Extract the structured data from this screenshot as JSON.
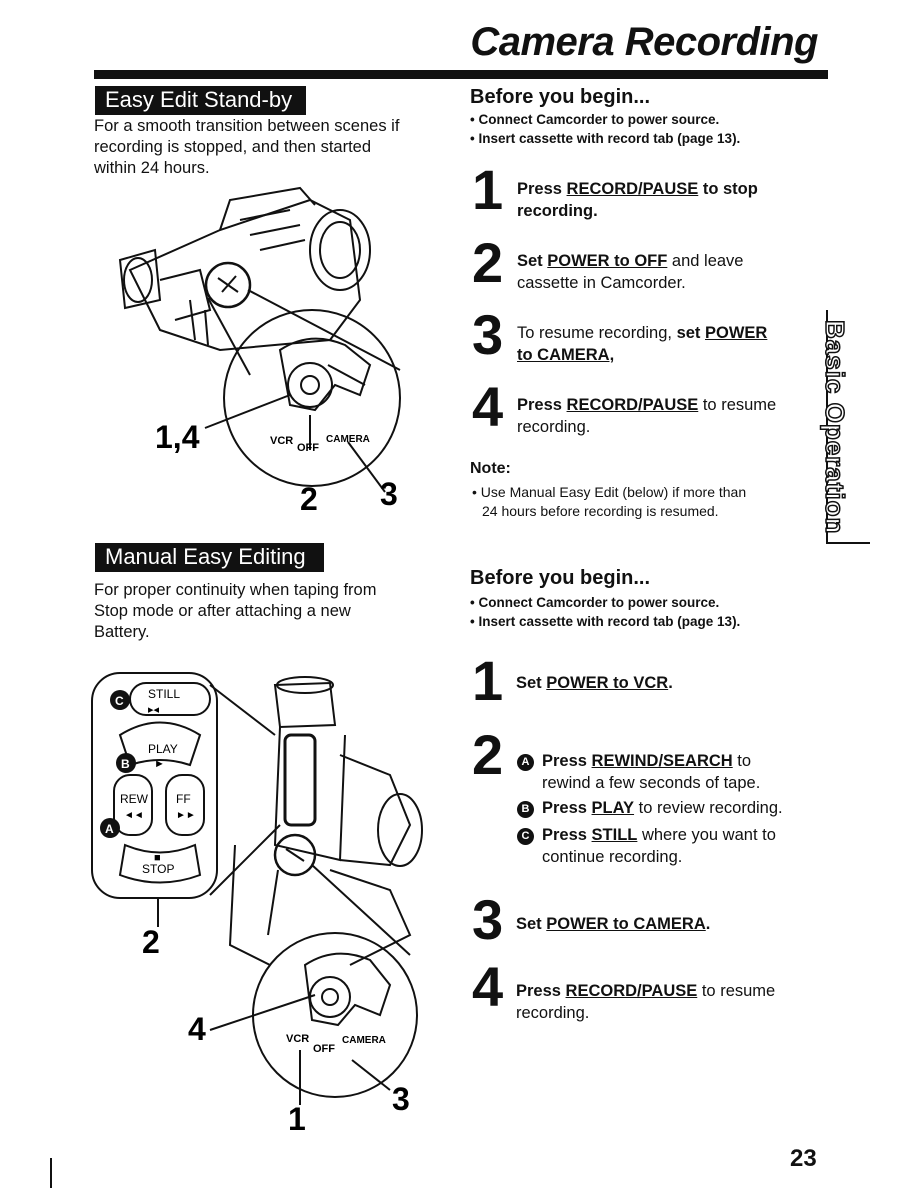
{
  "header": {
    "title": "Camera Recording"
  },
  "side_tab": {
    "label": "Basic Operation"
  },
  "page_number": "23",
  "easy_edit": {
    "heading": "Easy Edit Stand-by",
    "intro_lines": [
      "For a smooth transition between scenes if",
      "recording is stopped, and then started",
      "within 24 hours."
    ],
    "callouts": {
      "a": "1,4",
      "b": "2",
      "c": "3"
    },
    "dial": {
      "vcr": "VCR",
      "off": "OFF",
      "camera": "CAMERA"
    },
    "before": "Before you begin...",
    "bullets": [
      "• Connect Camcorder to power source.",
      "• Insert cassette with record tab (page 13)."
    ],
    "steps": [
      {
        "num": "1",
        "pre": "Press ",
        "key": "RECORD/PAUSE",
        "post": " to stop",
        "line2": "recording."
      },
      {
        "num": "2",
        "pre": "Set ",
        "key": "POWER to OFF",
        "post": " and leave",
        "line2": "cassette in Camcorder."
      },
      {
        "num": "3",
        "pre": "To resume recording, ",
        "bold": "set ",
        "key": "POWER",
        "post": "",
        "line2": "to CAMERA,"
      },
      {
        "num": "4",
        "pre": "Press ",
        "key": "RECORD/PAUSE",
        "post": " to resume",
        "line2": "recording."
      }
    ],
    "note_title": "Note:",
    "note_lines": [
      "• Use Manual Easy Edit (below) if more than",
      "24 hours before recording is resumed."
    ]
  },
  "manual_edit": {
    "heading": "Manual Easy Editing",
    "intro_lines": [
      "For proper continuity when taping from",
      "Stop mode or after attaching a new",
      "Battery."
    ],
    "callouts": {
      "a": "2",
      "b": "4",
      "c": "1",
      "d": "3"
    },
    "remote": {
      "still": "STILL",
      "play": "PLAY",
      "rew": "REW",
      "ff": "FF",
      "stop": "STOP",
      "a": "A",
      "b": "B",
      "c": "C"
    },
    "dial": {
      "vcr": "VCR",
      "off": "OFF",
      "camera": "CAMERA"
    },
    "before": "Before you begin...",
    "bullets": [
      "• Connect Camcorder to power source.",
      "• Insert cassette with record tab (page 13)."
    ],
    "step1": {
      "num": "1",
      "pre": "Set ",
      "key": "POWER to VCR",
      "post": "."
    },
    "step2": {
      "num": "2",
      "subs": [
        {
          "badge": "A",
          "pre": "Press ",
          "key": "REWIND/SEARCH",
          "post": " to",
          "line2": "rewind a few seconds of tape."
        },
        {
          "badge": "B",
          "pre": "Press ",
          "key": "PLAY",
          "post": " to review recording.",
          "line2": ""
        },
        {
          "badge": "C",
          "pre": "Press ",
          "key": "STILL",
          "post": " where you want to",
          "line2": "continue recording."
        }
      ]
    },
    "step3": {
      "num": "3",
      "pre": "Set ",
      "key": "POWER to CAMERA",
      "post": "."
    },
    "step4": {
      "num": "4",
      "pre": "Press ",
      "key": "RECORD/PAUSE",
      "post": " to resume",
      "line2": "recording."
    }
  }
}
